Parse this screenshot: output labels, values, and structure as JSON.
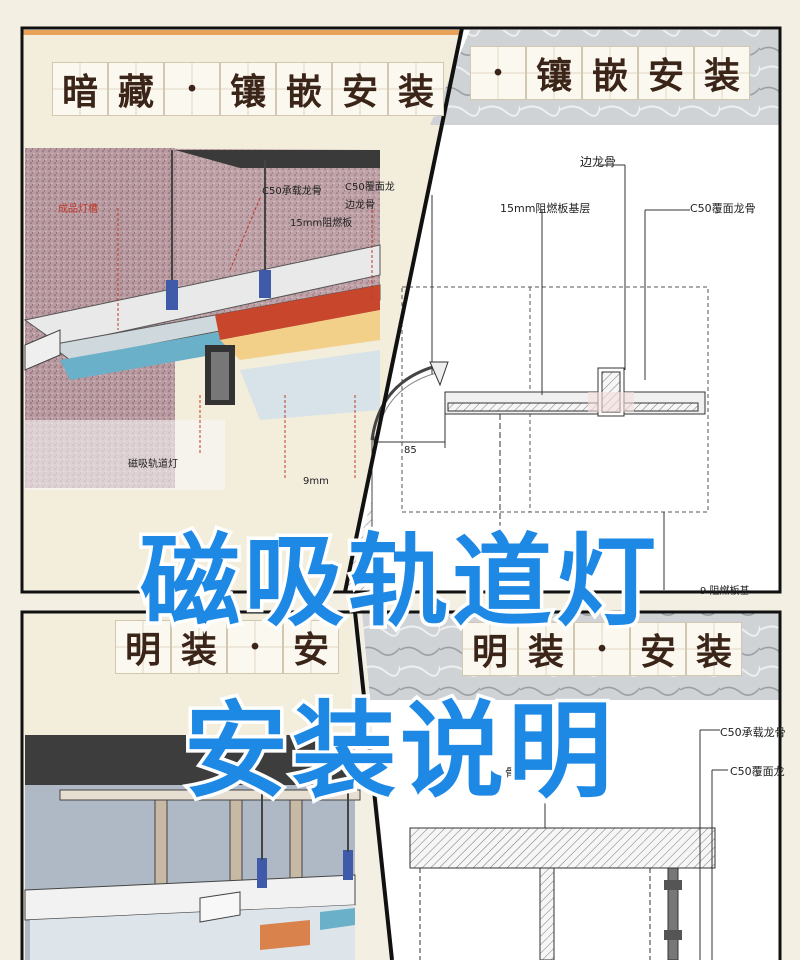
{
  "panels": {
    "top_left": {
      "title_chars": [
        "暗",
        "藏",
        "·",
        "镶",
        "嵌",
        "安",
        "装"
      ]
    },
    "top_right": {
      "title_chars": [
        "·",
        "镶",
        "嵌",
        "安",
        "装"
      ]
    },
    "bottom_left": {
      "title_chars": [
        "明",
        "装",
        "·",
        "安"
      ]
    },
    "bottom_right": {
      "title_chars": [
        "明",
        "装",
        "·",
        "安",
        "装"
      ]
    }
  },
  "labels_3d_top": {
    "finished_trough": "成品灯槽",
    "c50_load": "C50承载龙骨",
    "c50_cover": "C50覆面龙",
    "edge_keel": "边龙骨",
    "fireboard": "15mm阻燃板",
    "track_light": "磁吸轨道灯",
    "nine_mm": "9mm"
  },
  "labels_section_top": {
    "edge_keel": "边龙骨",
    "base_layer": "15mm阻燃板基层",
    "c50_cover": "C50覆面龙骨",
    "dim_85": "85",
    "bottom_partial": "9  阻燃板基"
  },
  "labels_section_bottom": {
    "c50_load": "C50承载龙骨",
    "c50_cover": "C50覆面龙",
    "keel_partial": "骨"
  },
  "headline": {
    "line1": "磁吸轨道灯",
    "line2": "安装说明"
  },
  "colors": {
    "headline_blue": "#1e88e5",
    "title_brown": "#3b2418",
    "label_red": "#c0392b"
  }
}
